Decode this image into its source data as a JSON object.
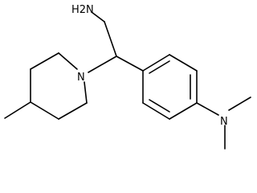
{
  "molecule": {
    "atoms": {
      "amine": "H2N",
      "piperidine_n": "N",
      "dimethylamino_n": "N"
    }
  },
  "colors": {
    "bond": "#000000",
    "background": "#ffffff"
  }
}
